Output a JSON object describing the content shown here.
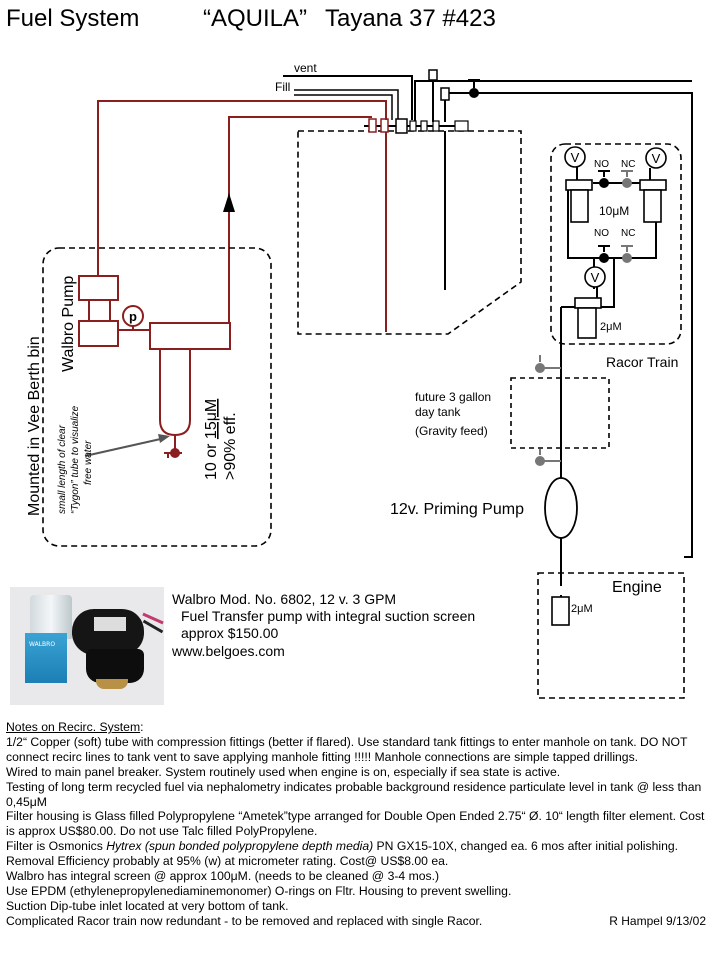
{
  "header": {
    "left_title": "Fuel System",
    "boat_name": "“AQUILA”",
    "boat_model": "Tayana 37 #423"
  },
  "labels": {
    "vent": "vent",
    "fill": "Fill",
    "pump_gauge": "p",
    "walbro_pump": "Walbro Pump",
    "mounted": "Mounted in Vee Berth bin",
    "filter_rating_a": "10 or ",
    "filter_rating_b": "15μM",
    "filter_eff": ">90% eff.",
    "tygon_1": "small length of clear",
    "tygon_2": "“Tygon” tube to visualize",
    "tygon_3": "free water",
    "valve_v": "V",
    "no": "NO",
    "nc": "NC",
    "racor_10": "10μM",
    "racor_2": "2μM",
    "racor_train": "Racor Train",
    "day_tank_1": "future 3 gallon",
    "day_tank_2": "day tank",
    "day_tank_3": "(Gravity feed)",
    "priming_pump": "12v. Priming Pump",
    "engine": "Engine",
    "engine_filter": "2μM"
  },
  "pump_info": {
    "line1": "Walbro Mod. No. 6802, 12 v.    3 GPM",
    "line2": "Fuel Transfer pump with integral suction screen",
    "line3": "approx $150.00",
    "line4": "www.belgoes.com"
  },
  "notes": {
    "heading": "Notes on Recirc. System",
    "heading_suffix": ":",
    "lines": [
      "1/2“ Copper (soft) tube with compression fittings (better if flared). Use standard tank fittings to enter manhole on tank. DO NOT connect recirc lines to tank vent to save applying manhole fitting !!!!!  Manhole connections are simple tapped drillings.",
      "Wired to main panel breaker.  System routinely used when engine is on, especially if sea state is active.",
      "Testing of long term recycled fuel via nephalometry indicates probable background residence particulate level in tank @ less than 0,45μM",
      "Filter housing is Glass filled Polypropylene “Ametek”type arranged for Double Open Ended 2.75“ Ø. 10“ length filter element. Cost is approx US$80.00.  Do not use Talc filled PolyPropylene."
    ],
    "osmonics_a": "Filter is Osmonics ",
    "osmonics_b": "Hytrex (spun bonded polypropylene depth media)",
    "osmonics_c": " PN GX15-10X, changed ea. 6 mos after initial polishing.  Removal Efficiency probably at 95% (w) at micrometer rating.  Cost@ US$8.00 ea.",
    "lines2": [
      "Walbro has integral screen @ approx 100μM. (needs to be cleaned @ 3-4 mos.)",
      "Use EPDM (ethylenepropylenediaminemonomer) O-rings on Fltr. Housing to prevent swelling.",
      "Suction Dip-tube inlet located at very bottom of tank."
    ],
    "last": "Complicated Racor train now redundant - to be removed and replaced with single Racor.",
    "signature": "R Hampel 9/13/02"
  },
  "colors": {
    "recirc_line": "#8b1e1e",
    "fuel_line": "#000000",
    "valve_gray": "#777777"
  },
  "icons": [
    "valve-v-icon",
    "pressure-gauge-icon",
    "flow-arrow-icon",
    "drain-valve-icon"
  ]
}
